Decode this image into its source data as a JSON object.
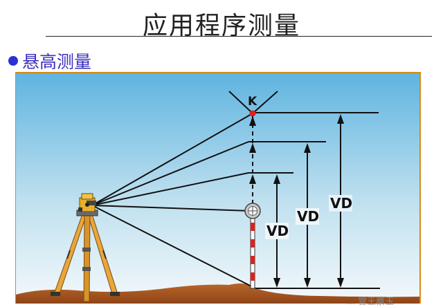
{
  "page": {
    "title": "应用程序测量",
    "subtitle": "悬高测量"
  },
  "diagram": {
    "point_label": "K",
    "vd_labels": [
      "VD",
      "VD",
      "VD"
    ],
    "colors": {
      "sky_top": "#5fb4e0",
      "sky_bottom": "#f2f8fb",
      "ground": "#a8571f",
      "frame": "#d48b1c",
      "target_point": "#e2201c"
    }
  },
  "watermark": {
    "text": "…  冒王蔡玉"
  }
}
